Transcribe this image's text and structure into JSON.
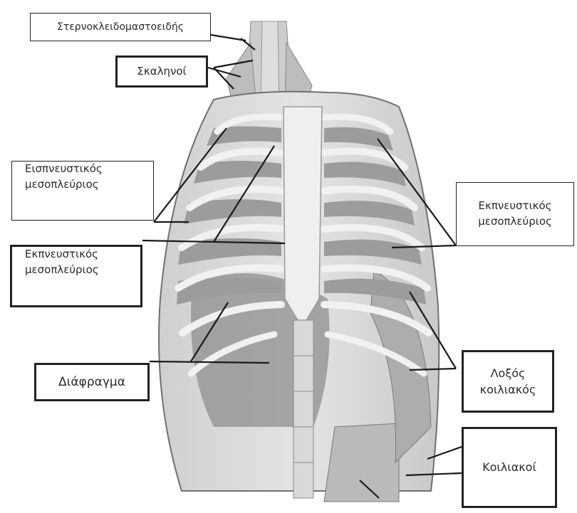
{
  "labels": {
    "sternocleidomastoid": "Στερνοκλειδομαστοειδής",
    "scalenes": "Σκαληνοί",
    "external_intercostal_line1": "Εισπνευστικός",
    "external_intercostal_line2": "μεσοπλεύριος",
    "internal_intercostal_left_line1": "Εκπνευστικός",
    "internal_intercostal_left_line2": "μεσοπλεύριος",
    "diaphragm": "Διάφραγμα",
    "internal_intercostal_right_line1": "Εκπνευστικός",
    "internal_intercostal_right_line2": "μεσοπλεύριος",
    "oblique_line1": "Λοξός",
    "oblique_line2": "κοιλιακός",
    "abdominals": "Κοιλιακοί"
  },
  "colors": {
    "bone": "#e9e9e9",
    "muscle_dark": "#8e8e8e",
    "muscle_mid": "#b5b5b5",
    "outline": "#6e6e6e",
    "leader_line": "#1a1a1a"
  }
}
